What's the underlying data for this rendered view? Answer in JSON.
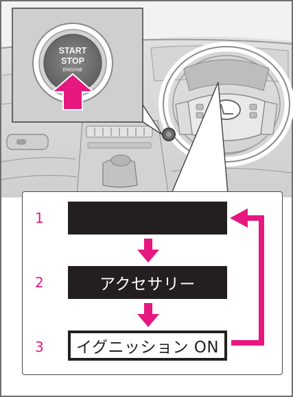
{
  "button_label": {
    "line1": "START",
    "line2": "STOP",
    "line3": "ENGINE"
  },
  "steps": [
    {
      "number": "1",
      "label": ""
    },
    {
      "number": "2",
      "label": "アクセサリー"
    },
    {
      "number": "3",
      "label": "イグニッション ON"
    }
  ],
  "colors": {
    "accent": "#e6187f",
    "box_dark": "#231f20",
    "border": "#4a4a4a"
  }
}
